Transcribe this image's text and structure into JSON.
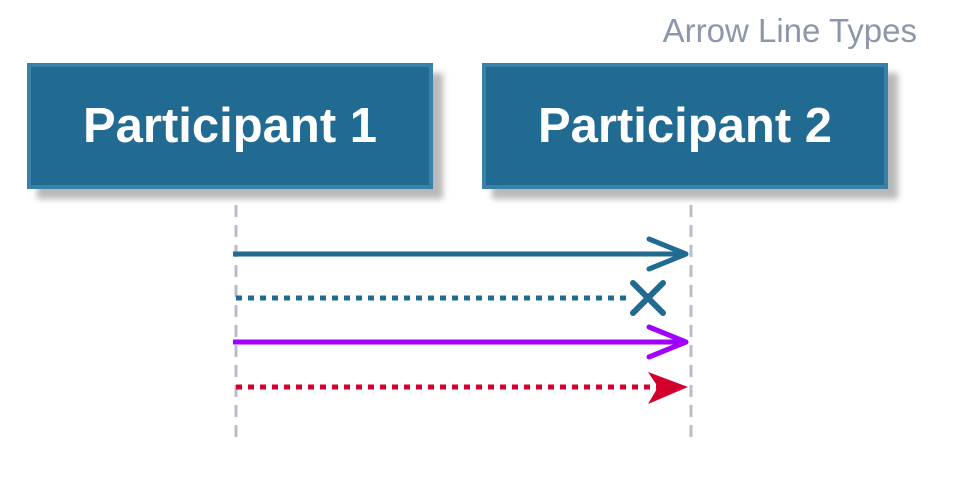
{
  "title": "Arrow Line Types",
  "participants": [
    {
      "label": "Participant 1"
    },
    {
      "label": "Participant 2"
    }
  ],
  "messages": [
    {
      "from": "Participant 1",
      "to": "Participant 2",
      "line": "solid",
      "head": "open-arrow",
      "color": "#216a92"
    },
    {
      "from": "Participant 1",
      "to": "Participant 2",
      "line": "dotted",
      "head": "lost-x",
      "color": "#216a92"
    },
    {
      "from": "Participant 1",
      "to": "Participant 2",
      "line": "solid",
      "head": "open-arrow",
      "color": "#a000ff"
    },
    {
      "from": "Participant 1",
      "to": "Participant 2",
      "line": "dotted",
      "head": "filled-arrow",
      "color": "#d2002c"
    }
  ],
  "colors": {
    "participant_fill": "#216a92",
    "participant_border": "#3a80a9",
    "lifeline": "#b8bec9",
    "title": "#8d97aa"
  }
}
